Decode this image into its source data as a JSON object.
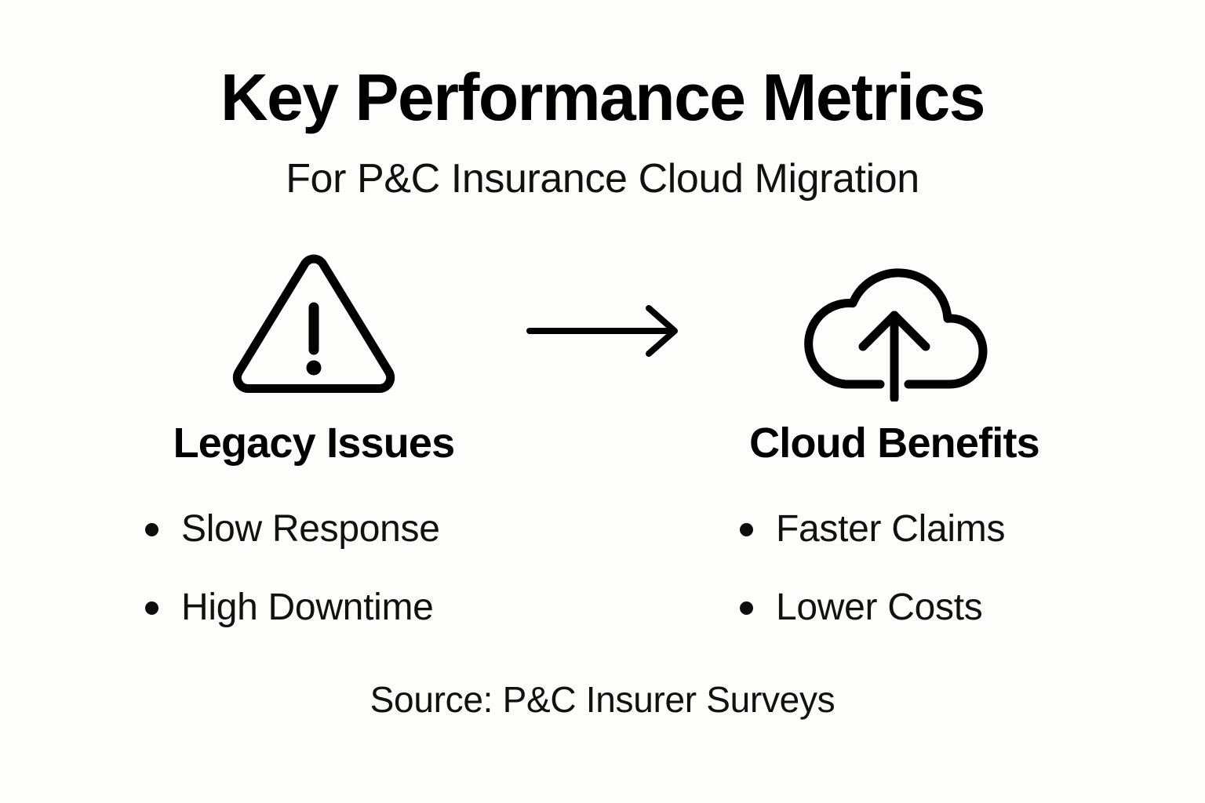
{
  "header": {
    "title": "Key Performance Metrics",
    "subtitle": "For P&C Insurance Cloud Migration"
  },
  "icons": {
    "left": "warning-triangle-icon",
    "middle": "arrow-right-icon",
    "right": "cloud-upload-icon"
  },
  "columns": [
    {
      "heading": "Legacy Issues",
      "bullets": [
        "Slow Response",
        "High Downtime"
      ]
    },
    {
      "heading": "Cloud Benefits",
      "bullets": [
        "Faster Claims",
        "Lower Costs"
      ]
    }
  ],
  "footer": {
    "source": "Source: P&C Insurer Surveys"
  },
  "colors": {
    "background": "#fdfdfc",
    "ink": "#0a0a0a",
    "stroke": "#000000"
  }
}
